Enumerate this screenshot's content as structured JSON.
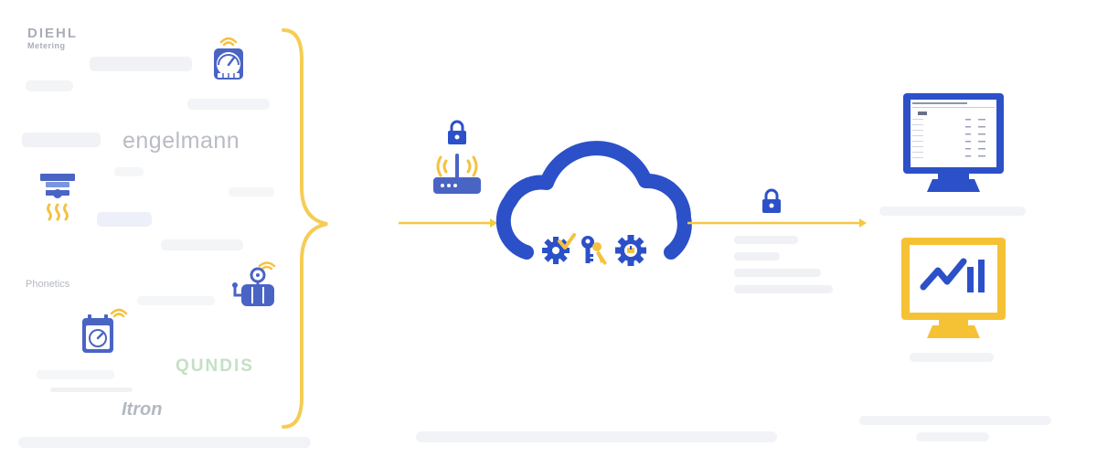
{
  "colors": {
    "brace": "#f5cd55",
    "arrow": "#f5c842",
    "cloud": "#2c50c8",
    "icon_blue": "#4a64c4",
    "icon_light": "#7c95de",
    "accent_yellow": "#f5c240",
    "monitor_dark": "#2c50c8",
    "monitor_yellow": "#f5c236"
  },
  "logos": {
    "diehl_title": "DIEHL",
    "diehl_sub": "Metering",
    "engelmann": "engelmann",
    "phonetics": "Phonetics",
    "qundis": "QUNDIS",
    "itron": "Itron"
  },
  "device_icons": [
    "gauge-meter-icon",
    "smoke-detector-icon",
    "water-meter-icon",
    "calendar-meter-icon"
  ],
  "gateway_icon": "router-icon",
  "lock_icons": [
    "lock-icon",
    "lock-icon"
  ],
  "cloud_icons": [
    "gear-check-icon",
    "keys-icon",
    "gear-icon"
  ],
  "outputs": [
    "monitor-table-icon",
    "monitor-chart-icon"
  ]
}
